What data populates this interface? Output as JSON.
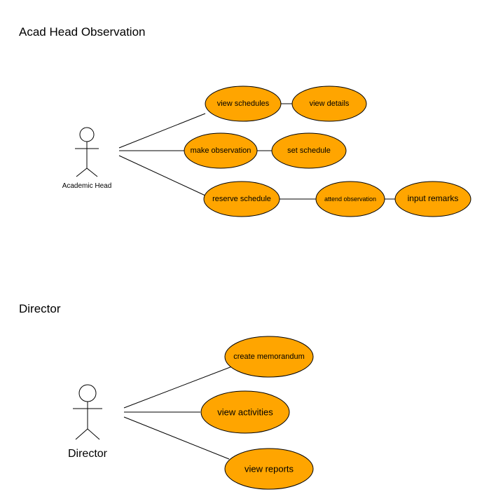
{
  "sections": {
    "acad": {
      "title": "Acad Head Observation",
      "actor": "Academic Head",
      "use_cases": {
        "view_schedules": "view schedules",
        "view_details": "view details",
        "make_observation": "make observation",
        "set_schedule": "set schedule",
        "reserve_schedule": "reserve schedule",
        "attend_observation": "attend observation",
        "input_remarks": "input remarks"
      }
    },
    "director": {
      "title": "Director",
      "actor": "Director",
      "use_cases": {
        "create_memorandum": "create memorandum",
        "view_activities": "view activities",
        "view_reports": "view reports"
      }
    }
  },
  "colors": {
    "use_case_fill": "#FFA500",
    "line": "#000000",
    "background": "#FFFFFF"
  }
}
